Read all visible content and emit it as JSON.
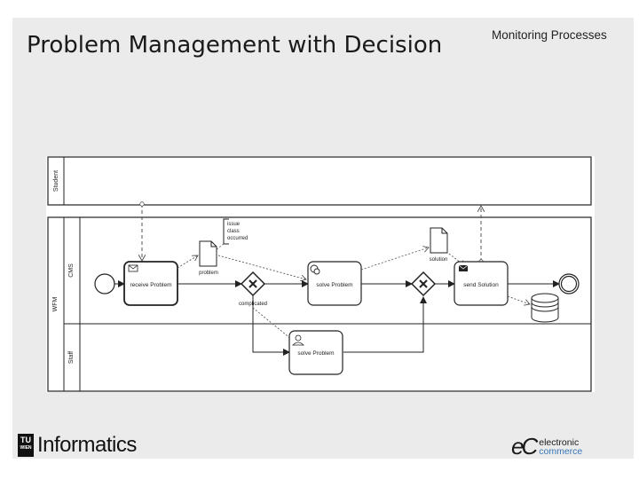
{
  "slide": {
    "title": "Problem Management with Decision",
    "corner_label": "Monitoring Processes"
  },
  "diagram": {
    "pools": {
      "student": "Student",
      "wfm": "WFM"
    },
    "lanes": {
      "cms": "CMS",
      "staff": "Staff"
    },
    "tasks": {
      "receive": "receive Problem",
      "solve_cms": "solve Problem",
      "send": "send Solution",
      "solve_staff": "solve Problem"
    },
    "data_objects": {
      "problem": "problem",
      "solution": "solution"
    },
    "annotation": [
      "issue",
      "class",
      "occurred"
    ],
    "gateway_label": "complicated",
    "colors": {
      "stroke": "#222222",
      "dashed": "#555555"
    }
  },
  "footer": {
    "tu_logo": [
      "TU",
      "WIEN"
    ],
    "informatics": "Informatics",
    "ec_logo": "eC",
    "ec_line1": "electronic",
    "ec_line2": "commerce"
  }
}
